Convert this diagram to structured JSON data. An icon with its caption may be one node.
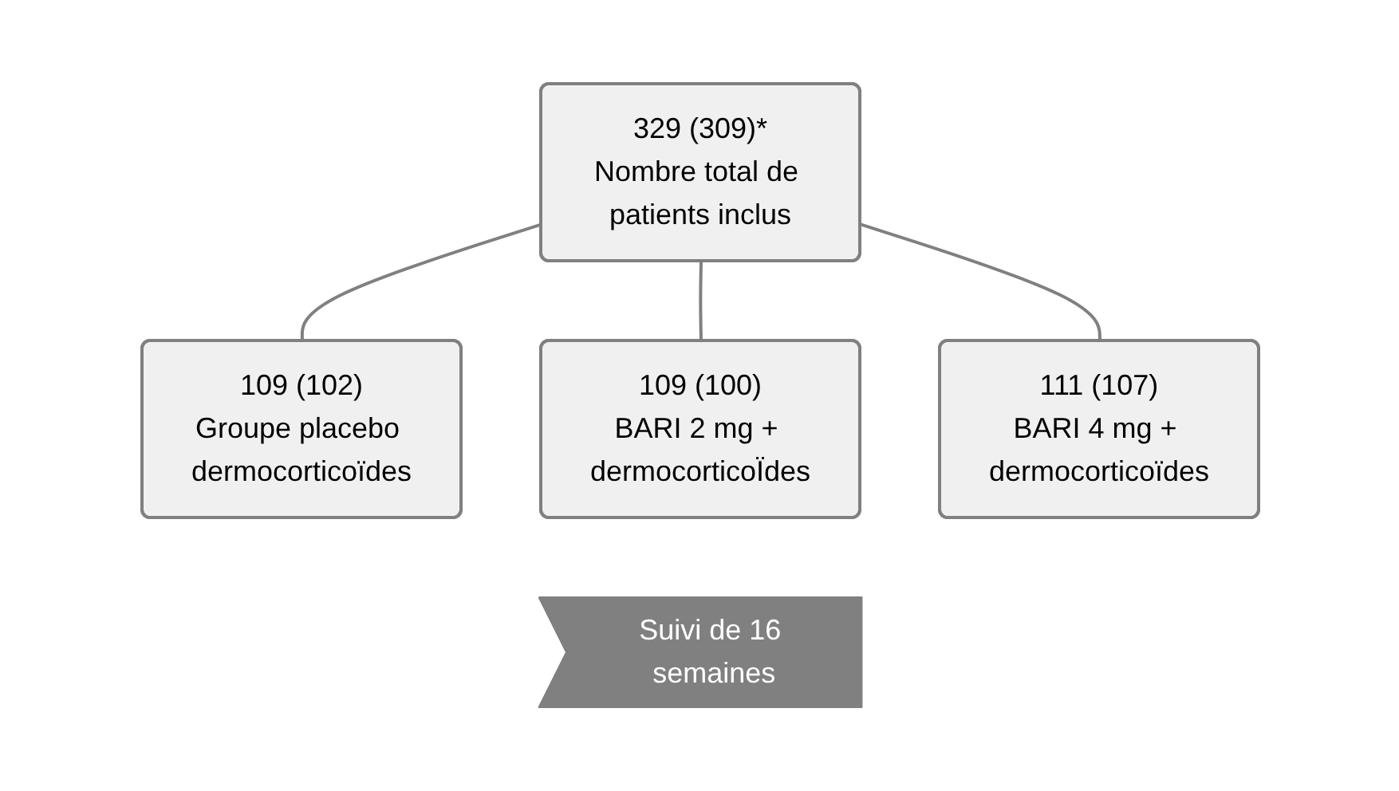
{
  "diagram": {
    "nodes": [
      {
        "text": [
          "329 (309)*",
          "Nombre total de patients inclus"
        ]
      },
      {
        "text": [
          "109 (102)",
          "Groupe placebo dermocorticoïdes"
        ]
      },
      {
        "text": [
          "109 (100)",
          "BARI 2 mg + dermocorticoÏdes"
        ]
      },
      {
        "text": [
          "111 (107)",
          "BARI 4 mg + dermocorticoïdes"
        ]
      },
      {
        "text": [
          "Suivi de 16 semaines"
        ]
      }
    ],
    "edges": [
      {
        "from": 0,
        "to": 1,
        "arrow": "none"
      },
      {
        "from": 0,
        "to": 2,
        "arrow": "none"
      },
      {
        "from": 0,
        "to": 3,
        "arrow": "none"
      }
    ]
  }
}
